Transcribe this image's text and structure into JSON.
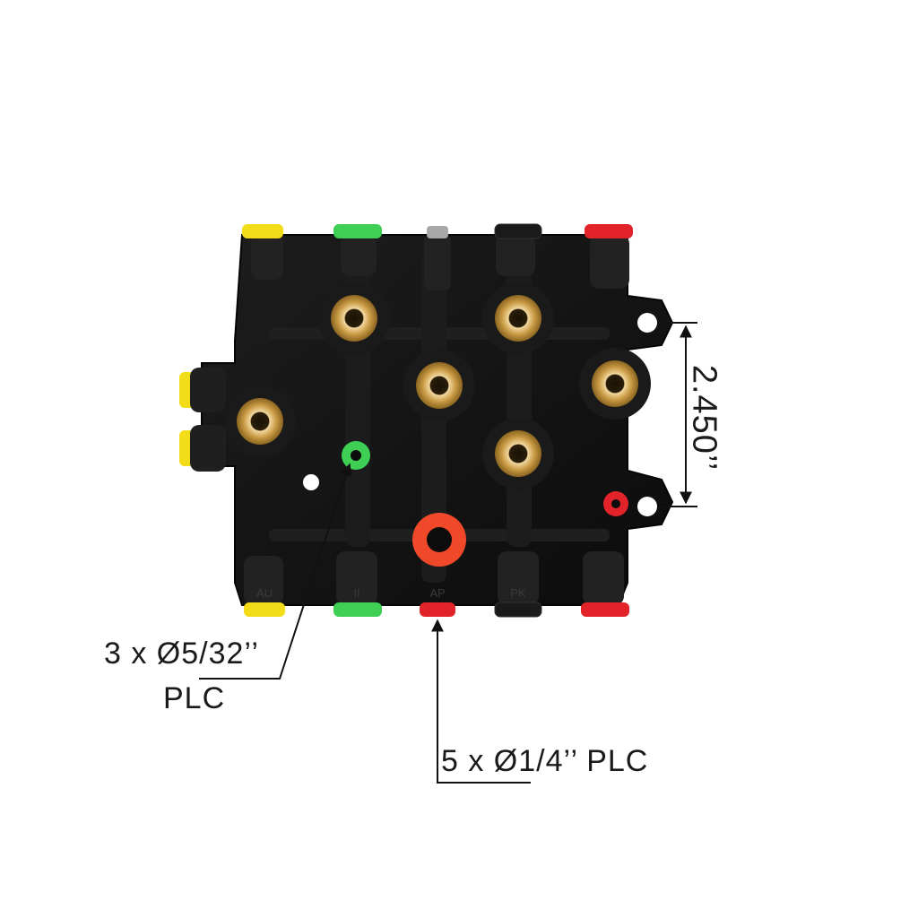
{
  "callouts": {
    "small_fitting": {
      "line1": "3 x Ø5/32’’",
      "line2": "PLC"
    },
    "large_fitting": {
      "text": "5 x Ø1/4’’ PLC"
    }
  },
  "dimension": {
    "text": "2.450’’"
  },
  "port_labels": [
    "AU",
    "II",
    "AP",
    "PK"
  ],
  "colors": {
    "body": "#121212",
    "brass": "#c9a04a",
    "yellow": "#f2dd18",
    "green": "#3fcf55",
    "red": "#e2242a",
    "orange": "#f0492a",
    "gray": "#a8a8a8"
  }
}
